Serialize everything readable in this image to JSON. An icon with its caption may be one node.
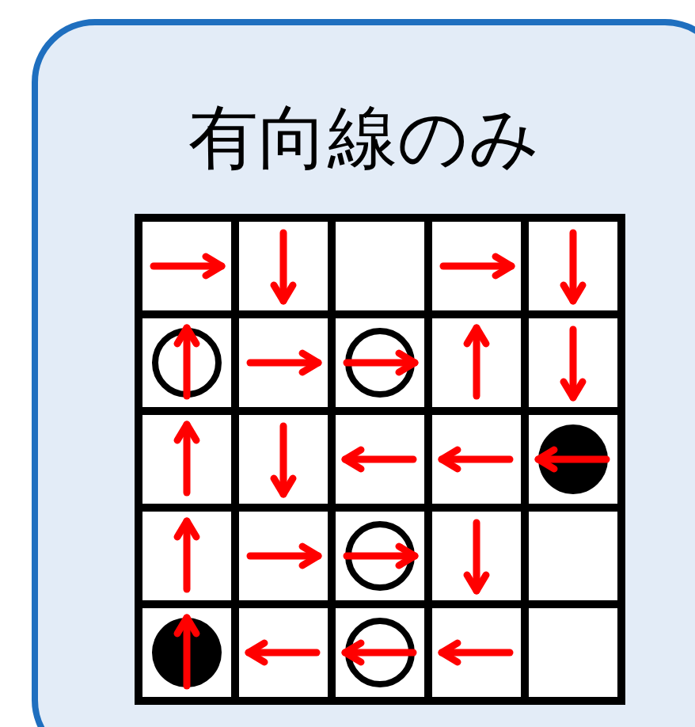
{
  "diagram": {
    "nodes": [
      {
        "text": [
          "有向線のみ"
        ]
      },
      {
        "text": [],
        "shape": "box",
        "in": 0
      },
      {
        "text": [],
        "shape": "box",
        "in": 0
      },
      {
        "text": [],
        "shape": "box",
        "in": 0
      },
      {
        "text": [],
        "shape": "box",
        "in": 0
      },
      {
        "text": [],
        "shape": "box",
        "in": 0
      },
      {
        "text": [],
        "shape": "box",
        "in": 0
      },
      {
        "text": [],
        "shape": "box",
        "in": 0
      },
      {
        "text": [],
        "shape": "box",
        "in": 0
      },
      {
        "text": [],
        "shape": "box",
        "in": 0
      },
      {
        "text": [],
        "shape": "box",
        "in": 0
      },
      {
        "text": [],
        "shape": "box",
        "in": 0
      },
      {
        "text": [],
        "shape": "box",
        "in": 0
      },
      {
        "text": [],
        "shape": "box",
        "in": 0
      },
      {
        "text": [],
        "shape": "box",
        "in": 0
      },
      {
        "text": [],
        "shape": "box",
        "in": 0
      },
      {
        "text": [],
        "shape": "box",
        "in": 0
      },
      {
        "text": [],
        "shape": "box",
        "in": 0
      },
      {
        "text": [],
        "shape": "box",
        "in": 0
      },
      {
        "text": [],
        "shape": "box",
        "in": 0
      },
      {
        "text": [],
        "shape": "box",
        "in": 0
      },
      {
        "text": [],
        "shape": "box",
        "in": 0
      },
      {
        "text": [],
        "shape": "box",
        "in": 0
      },
      {
        "text": [],
        "shape": "box",
        "in": 0
      },
      {
        "text": [],
        "shape": "box",
        "in": 0
      },
      {
        "text": [],
        "shape": "box",
        "in": 0
      },
      {
        "text": [],
        "shape": "circle",
        "in": 6
      },
      {
        "text": [],
        "shape": "circle",
        "in": 8
      },
      {
        "text": [],
        "shape": "disc",
        "in": 15
      },
      {
        "text": [],
        "shape": "circle",
        "in": 18
      },
      {
        "text": [],
        "shape": "disc",
        "in": 21
      },
      {
        "text": [],
        "shape": "circle",
        "in": 23
      }
    ],
    "edges": [
      {
        "from": 1,
        "to": 2,
        "arrow": "to"
      },
      {
        "from": 2,
        "to": 7,
        "arrow": "to"
      },
      {
        "from": 4,
        "to": 5,
        "arrow": "to"
      },
      {
        "from": 5,
        "to": 10,
        "arrow": "to"
      },
      {
        "from": 26,
        "to": 1,
        "arrow": "to"
      },
      {
        "from": 7,
        "to": 8,
        "arrow": "to"
      },
      {
        "from": 27,
        "to": 9,
        "arrow": "to"
      },
      {
        "from": 9,
        "to": 4,
        "arrow": "to"
      },
      {
        "from": 10,
        "to": 15,
        "arrow": "to"
      },
      {
        "from": 11,
        "to": 6,
        "arrow": "to"
      },
      {
        "from": 12,
        "to": 17,
        "arrow": "to"
      },
      {
        "from": 13,
        "to": 12,
        "arrow": "to"
      },
      {
        "from": 14,
        "to": 13,
        "arrow": "to"
      },
      {
        "from": 28,
        "to": 14,
        "arrow": "to"
      },
      {
        "from": 16,
        "to": 11,
        "arrow": "to"
      },
      {
        "from": 17,
        "to": 18,
        "arrow": "to"
      },
      {
        "from": 29,
        "to": 19,
        "arrow": "to"
      },
      {
        "from": 19,
        "to": 24,
        "arrow": "to"
      },
      {
        "from": 30,
        "to": 16,
        "arrow": "to"
      },
      {
        "from": 22,
        "to": 21,
        "arrow": "to"
      },
      {
        "from": 31,
        "to": 22,
        "arrow": "to"
      },
      {
        "from": 24,
        "to": 23,
        "arrow": "to"
      }
    ]
  }
}
